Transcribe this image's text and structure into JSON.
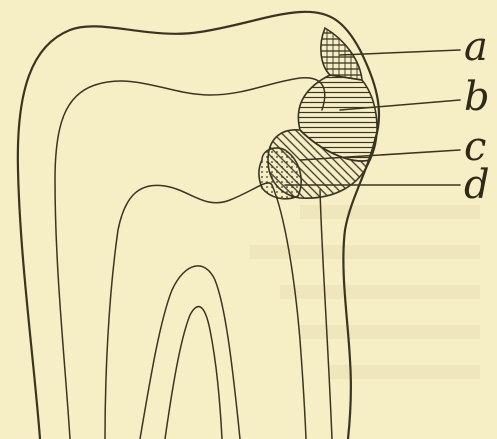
{
  "labels": {
    "a": "a",
    "b": "b",
    "c": "c",
    "d": "d"
  },
  "colors": {
    "paper": "#f6efc6",
    "ink": "#3b3422"
  }
}
